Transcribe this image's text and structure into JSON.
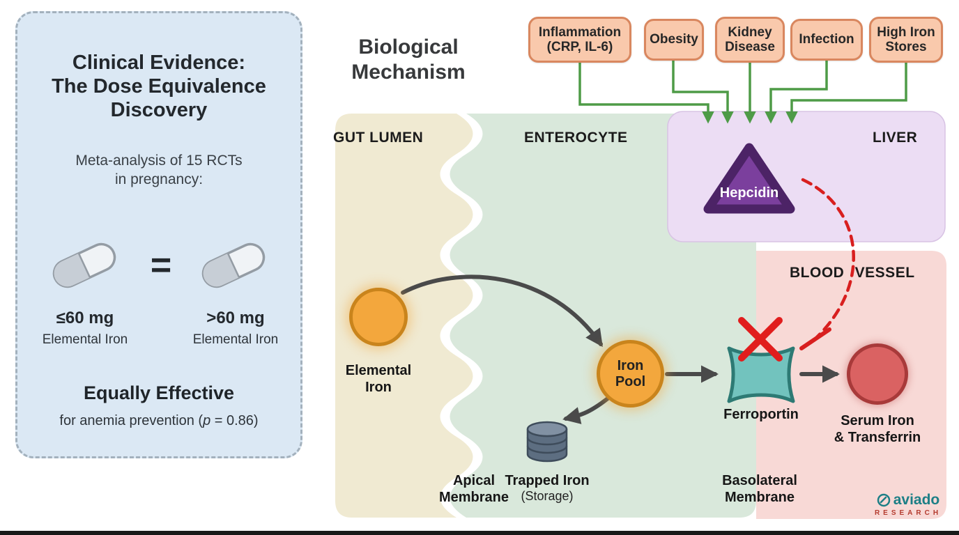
{
  "colors": {
    "panel_bg": "#dbe8f4",
    "factor_bg": "#f9c9ac",
    "factor_border": "#d9875f",
    "arrow_green": "#4e9b47",
    "liver_bg": "#ecddf4",
    "gut_bg": "#f0ead2",
    "enterocyte_bg": "#d9e8db",
    "blood_vessel_bg": "#f8d9d6",
    "hepcidin_purple": "#7b3f9d",
    "iron_orange": "#f3a73d",
    "ferroportin_teal": "#72c3be",
    "inhibit_red": "#d81f1f",
    "serum_red": "#da6262",
    "arrow_dark": "#4a4a4a"
  },
  "left_panel": {
    "title": "Clinical Evidence:\nThe Dose Equivalence\nDiscovery",
    "subtitle": "Meta-analysis of 15 RCTs\nin pregnancy:",
    "equals_sign": "=",
    "dose_left_amount": "≤60 mg",
    "dose_left_label": "Elemental Iron",
    "dose_right_amount": ">60 mg",
    "dose_right_label": "Elemental Iron",
    "conclusion": "Equally Effective",
    "detail_pre": "for anemia prevention (",
    "detail_p": "p",
    "detail_post": " = 0.86)"
  },
  "mechanism": {
    "title": "Biological\nMechanism",
    "factors": [
      "Inflammation\n(CRP, IL-6)",
      "Obesity",
      "Kidney\nDisease",
      "Infection",
      "High Iron\nStores"
    ],
    "regions": {
      "gut_lumen": "GUT LUMEN",
      "enterocyte": "ENTEROCYTE",
      "liver": "LIVER",
      "blood_vessel": "BLOOD VESSEL"
    },
    "nodes": {
      "hepcidin": "Hepcidin",
      "elemental_iron": "Elemental\nIron",
      "iron_pool": "Iron\nPool",
      "trapped_iron": "Trapped Iron",
      "trapped_iron_sub": "(Storage)",
      "ferroportin": "Ferroportin",
      "serum_iron": "Serum Iron\n& Transferrin",
      "apical_membrane": "Apical\nMembrane",
      "basolateral_membrane": "Basolateral\nMembrane"
    }
  },
  "logo": {
    "brand": "aviado",
    "sub": "RESEARCH"
  }
}
